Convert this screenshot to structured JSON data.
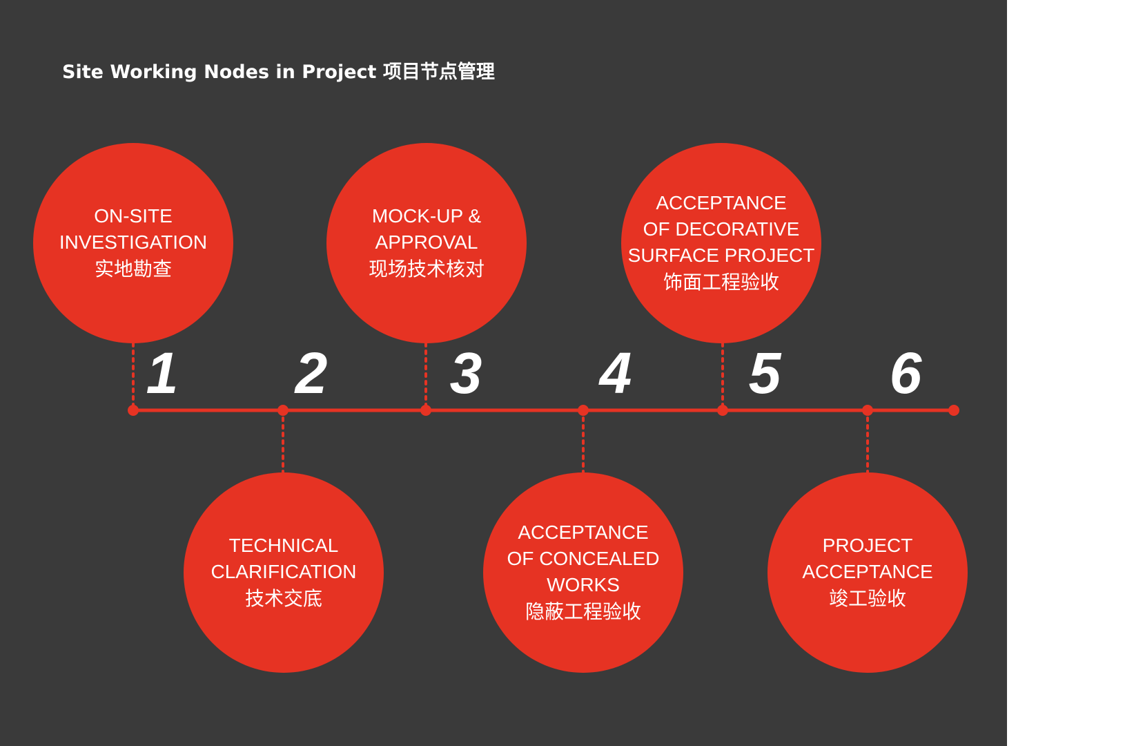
{
  "title": "Site Working Nodes in Project 项目节点管理",
  "colors": {
    "background": "#3a3a3a",
    "accent": "#e63323",
    "text": "#ffffff"
  },
  "nodes": [
    {
      "number": "1",
      "label": "ON-SITE\nINVESTIGATION",
      "label_zh": "实地勘查",
      "side": "top"
    },
    {
      "number": "2",
      "label": "TECHNICAL\nCLARIFICATION",
      "label_zh": "技术交底",
      "side": "bottom"
    },
    {
      "number": "3",
      "label": "MOCK-UP &\nAPPROVAL",
      "label_zh": "现场技术核对",
      "side": "top"
    },
    {
      "number": "4",
      "label": "ACCEPTANCE\nOF CONCEALED\nWORKS",
      "label_zh": "隐蔽工程验收",
      "side": "bottom"
    },
    {
      "number": "5",
      "label": "ACCEPTANCE\nOF DECORATIVE\nSURFACE PROJECT",
      "label_zh": "饰面工程验收",
      "side": "top"
    },
    {
      "number": "6",
      "label": "PROJECT\nACCEPTANCE",
      "label_zh": "竣工验收",
      "side": "bottom"
    }
  ]
}
